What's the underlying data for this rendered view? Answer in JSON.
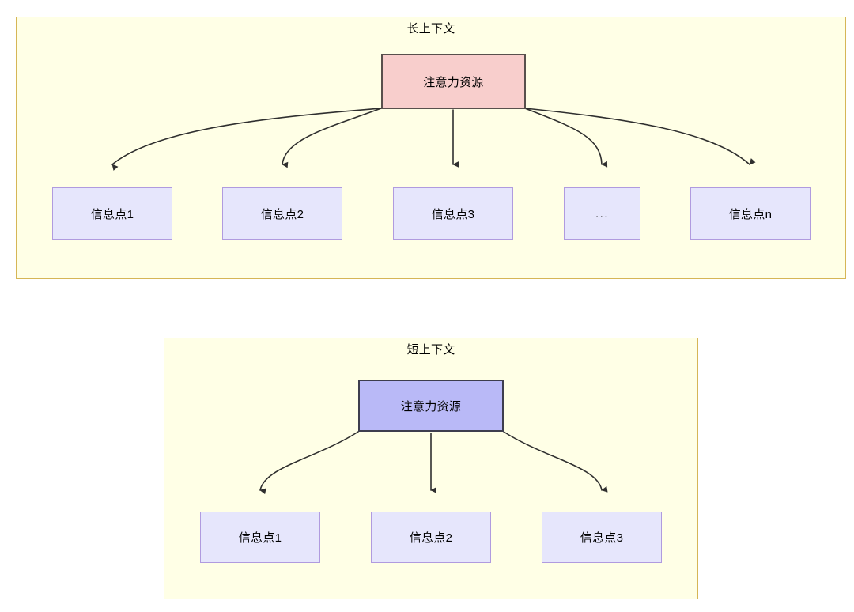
{
  "diagram": {
    "title_long": "长上下文",
    "title_short": "短上下文",
    "attention_long_label": "注意力资源",
    "attention_short_label": "注意力资源",
    "long_info_points": [
      {
        "label": "信息点1"
      },
      {
        "label": "信息点2"
      },
      {
        "label": "信息点3"
      },
      {
        "label": "..."
      },
      {
        "label": "信息点n"
      }
    ],
    "short_info_points": [
      {
        "label": "信息点1"
      },
      {
        "label": "信息点2"
      },
      {
        "label": "信息点3"
      }
    ],
    "colors": {
      "container_fill": "#ffffe6",
      "container_stroke": "#d6b656",
      "attention_long_fill": "#f8cecc",
      "attention_long_stroke": "#59504d",
      "attention_short_fill": "#b9b9f7",
      "attention_short_stroke": "#3d3d4d",
      "info_fill": "#e6e6fc",
      "info_stroke": "#b09bdf",
      "edge_stroke": "#2f2f2f",
      "text": "#000000"
    }
  }
}
